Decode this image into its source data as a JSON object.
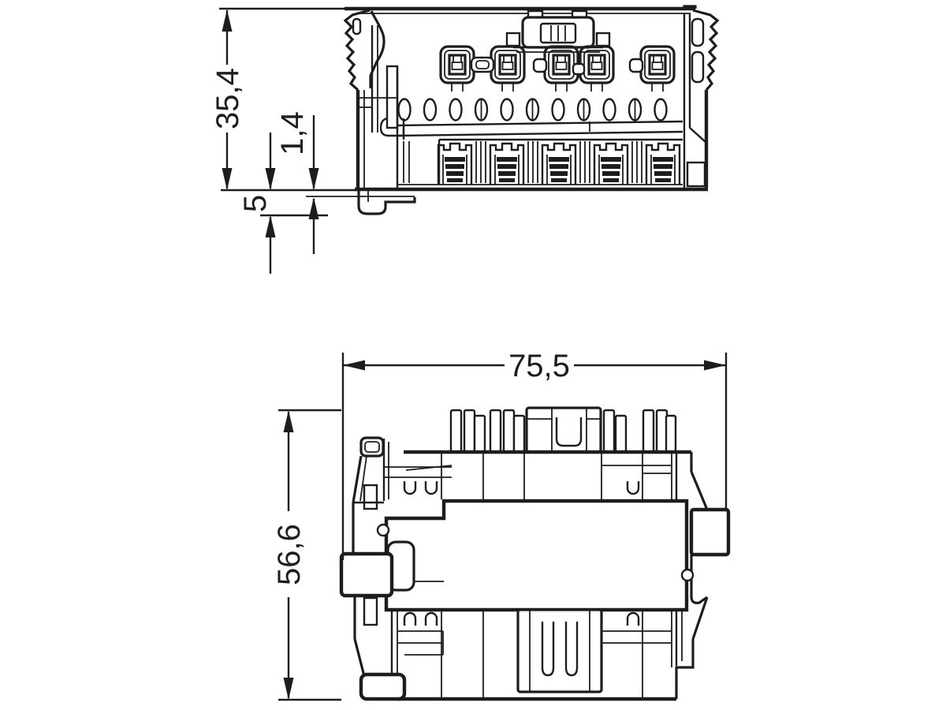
{
  "drawing": {
    "background_color": "#ffffff",
    "line_color": "#1d1d1b",
    "front_view": {
      "description": "rail-mount connector front elevation",
      "dimensions": {
        "overall_height": "35,4",
        "rail_flange_thickness": "1,4",
        "foot_overhang": "5"
      }
    },
    "side_view": {
      "description": "rail-mount connector side elevation with marker field",
      "dimensions": {
        "overall_width": "75,5",
        "overall_height": "56,6"
      }
    }
  }
}
